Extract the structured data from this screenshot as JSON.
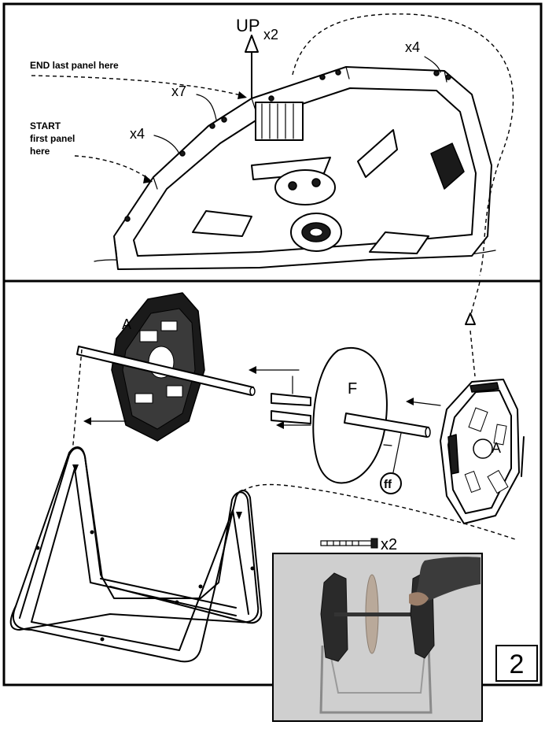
{
  "top_panel": {
    "up_label": "UP",
    "up_count": "x2",
    "count_top_right": "x4",
    "count_middle": "x7",
    "count_left": "x4",
    "end_note": "END last panel here",
    "start_note_line1": "START",
    "start_note_line2": "first panel",
    "start_note_line3": "here"
  },
  "bottom_panel": {
    "label_left_panel": "A",
    "label_right_panel": "A",
    "label_disc": "F",
    "label_axle_part": "ff",
    "bolt_count": "x2",
    "step_number": "2"
  }
}
